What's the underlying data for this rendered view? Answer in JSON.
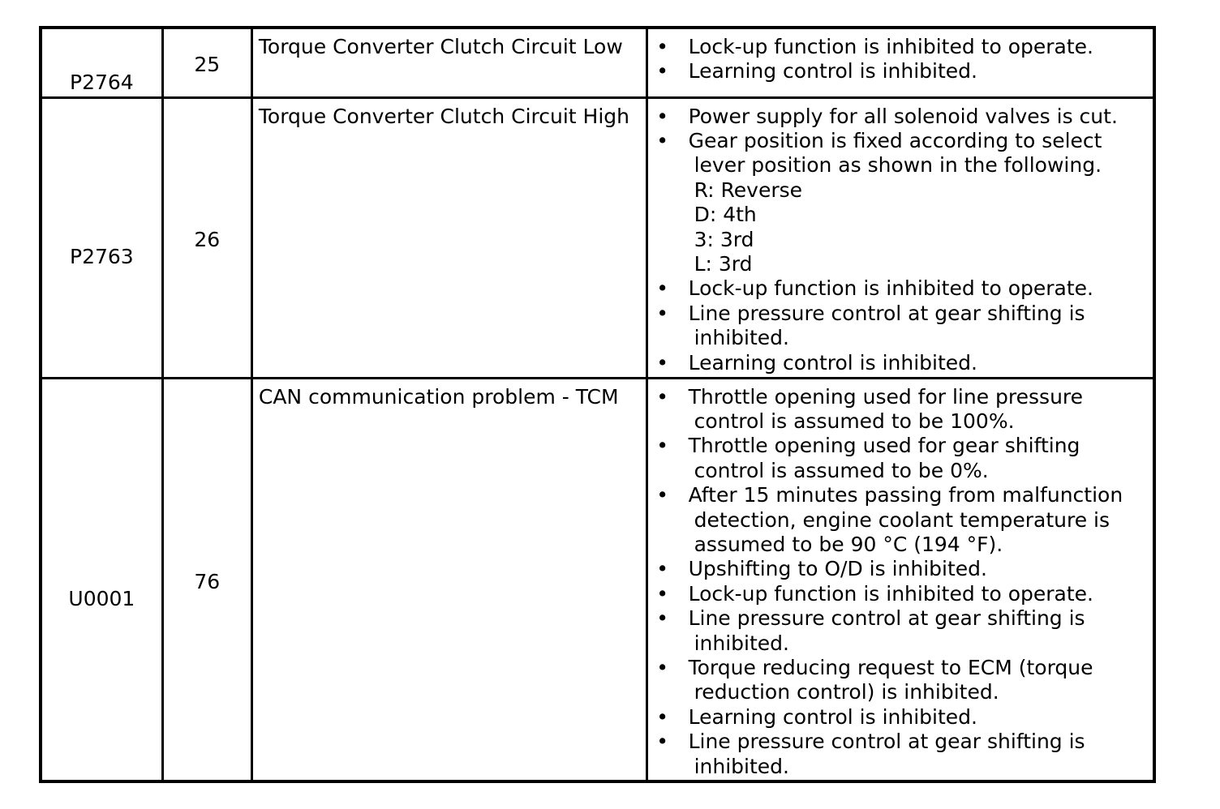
{
  "rows": [
    {
      "code": "P2764",
      "number": "25",
      "description": "Torque Converter Clutch Circuit Low",
      "fail_safe": [
        [
          "Lock-up function is inhibited to operate."
        ],
        [
          "Learning control is inhibited."
        ]
      ]
    },
    {
      "code": "P2763",
      "number": "26",
      "description": "Torque Converter Clutch Circuit High",
      "fail_safe": [
        [
          "Power supply for all solenoid valves is cut."
        ],
        [
          "Gear position is fixed according to select",
          "lever position as shown in the following.",
          "R: Reverse",
          "D: 4th",
          "3: 3rd",
          "L: 3rd"
        ],
        [
          "Lock-up function is inhibited to operate."
        ],
        [
          "Line pressure control at gear shifting is",
          "inhibited."
        ],
        [
          "Learning control is inhibited."
        ]
      ]
    },
    {
      "code": "U0001",
      "number": "76",
      "description": "CAN communication problem - TCM",
      "fail_safe": [
        [
          "Throttle opening used for line pressure",
          "control is assumed to be 100%."
        ],
        [
          "Throttle opening used for gear shifting",
          "control is assumed to be 0%."
        ],
        [
          "After 15 minutes passing from malfunction",
          "detection, engine coolant temperature is",
          "assumed to be 90 °C (194 °F)."
        ],
        [
          "Upshifting to O/D is inhibited."
        ],
        [
          "Lock-up function is inhibited to operate."
        ],
        [
          "Line pressure control at gear shifting is",
          "inhibited."
        ],
        [
          "Torque reducing request to ECM (torque",
          "reduction control) is inhibited."
        ],
        [
          "Learning control is inhibited."
        ],
        [
          "Line pressure control at gear shifting is",
          "inhibited."
        ]
      ]
    }
  ],
  "bullet_char": "•"
}
